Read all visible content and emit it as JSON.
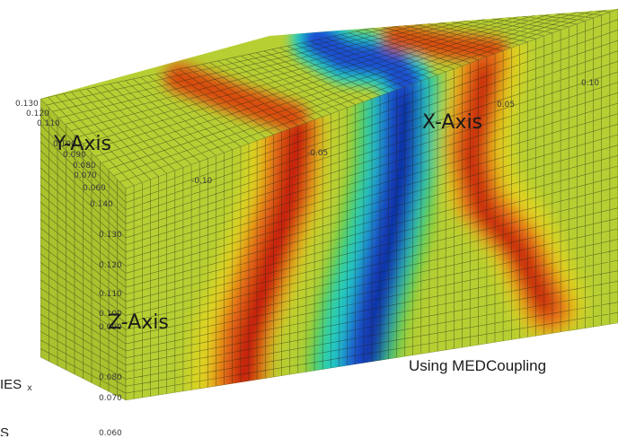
{
  "colors": {
    "base": "#b7cf33",
    "yellow": "#e4d61e",
    "orange": "#e66c14",
    "red": "#c4150d",
    "green": "#3fcf55",
    "cyan": "#24cfc4",
    "blue": "#1a50d0",
    "navy": "#0d2a9e",
    "mesh": "#1e2418"
  },
  "axes": {
    "x_title": "X-Axis",
    "y_title": "Y-Axis",
    "z_title": "Z-Axis",
    "x_ticks": [
      "-0.10",
      "-0.05",
      "0.05",
      "0.10"
    ],
    "y_ticks": [
      "0.130",
      "0.120",
      "0.110",
      "0.100",
      "0.090",
      "0.080",
      "0.070",
      "0.060"
    ],
    "z_ticks": [
      "0.140",
      "0.130",
      "0.120",
      "0.110",
      "0.100",
      "0.090",
      "0.080",
      "0.070",
      "0.060"
    ]
  },
  "caption": "Using MEDCoupling",
  "clipped_text": {
    "left_label": "IES",
    "left_marker": "x",
    "bottom_label": "S"
  }
}
